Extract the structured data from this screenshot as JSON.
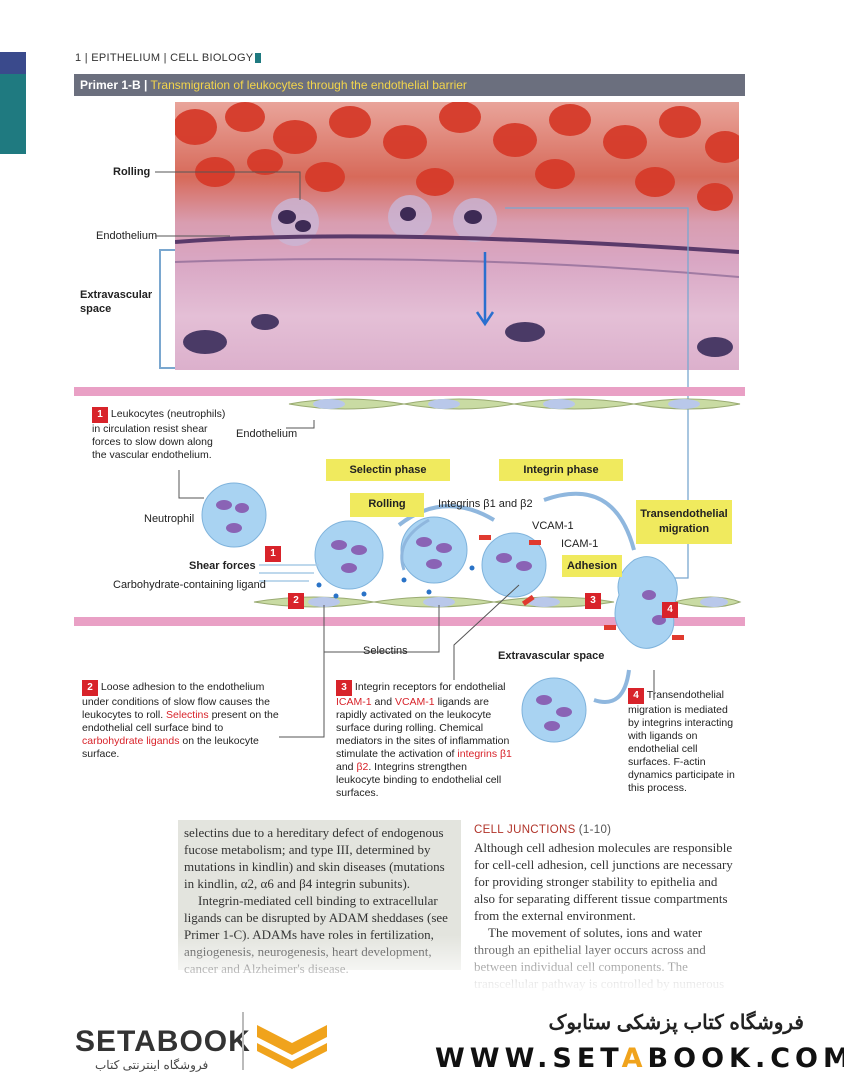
{
  "running_head": "1 | EPITHELIUM | CELL BIOLOGY",
  "primer": {
    "label": "Primer 1-B |",
    "title": "Transmigration of leukocytes through the endothelial barrier"
  },
  "micrograph_labels": {
    "rolling": "Rolling",
    "endothelium": "Endothelium",
    "extravascular": "Extravascular space"
  },
  "diagram": {
    "endothelium": "Endothelium",
    "selectin_phase": "Selectin phase",
    "integrin_phase": "Integrin phase",
    "rolling": "Rolling",
    "integrins": "Integrins β1 and β2",
    "vcam": "VCAM-1",
    "icam": "ICAM-1",
    "adhesion": "Adhesion",
    "transendothelial": "Transendothelial migration",
    "neutrophil": "Neutrophil",
    "shear_forces": "Shear forces",
    "carbohydrate_ligand": "Carbohydrate-containing ligand",
    "selectins": "Selectins",
    "extravascular_space": "Extravascular space",
    "nums": [
      "1",
      "1",
      "2",
      "3",
      "4",
      "4",
      "2",
      "3"
    ]
  },
  "notes": {
    "note1": "Leukocytes (neutrophils) in circulation resist shear forces to slow down along the vascular endothelium.",
    "note2_a": "Loose adhesion to the endothelium under conditions of slow flow causes the leukocytes to roll.",
    "note2_sel": "Selectins",
    "note2_b": "present on the endothelial cell surface bind to",
    "note2_carb": "carbohydrate ligands",
    "note2_c": "on the leukocyte surface.",
    "note3_a": "Integrin receptors for endothelial",
    "note3_icam": "ICAM-1",
    "note3_and": "and",
    "note3_vcam": "VCAM-1",
    "note3_b": "ligands are rapidly activated on the leukocyte surface during rolling. Chemical mediators in the sites of inflammation stimulate the activation of",
    "note3_int1": "integrins β1",
    "note3_int2": "β2",
    "note3_c": ". Integrins strengthen leukocyte binding to endothelial cell surfaces.",
    "note4": "Transendothelial migration is mediated by integrins interacting with ligands on endothelial cell surfaces. F-actin dynamics participate in this process."
  },
  "text_left": {
    "p1": "selectins due to a hereditary defect of endogenous fucose metabolism; and type III, determined by mutations in kindlin) and skin diseases (mutations in kindlin, α2, α6 and β4 integrin subunits).",
    "p2": "Integrin-mediated cell binding to extracellular ligands can be disrupted by ADAM sheddases (see Primer 1-C). ADAMs have roles in fertilization, angiogenesis, neurogenesis, heart development, cancer and Alzheimer's disease."
  },
  "text_right": {
    "heading": "CELL JUNCTIONS",
    "heading_ref": "(1-10)",
    "p1": "Although cell adhesion molecules are responsible for cell-cell adhesion, cell junctions are necessary for providing stronger stability to epithelia and also for separating different tissue compartments from the external environment.",
    "p2": "The movement of solutes, ions and water through an epithelial layer occurs across and between individual cell components. The transcellular pathway is controlled by numerous channels and transporters whereas the paracellular pathway"
  },
  "footer": {
    "logo": "SETABOOK",
    "logo_sub": "فروشگاه اینترنتی کتاب",
    "store_name": "فروشگاه کتاب پزشکی ستابوک",
    "url_pre": "WWW.SET",
    "url_o": "A",
    "url_post": "BOOK.COM"
  }
}
